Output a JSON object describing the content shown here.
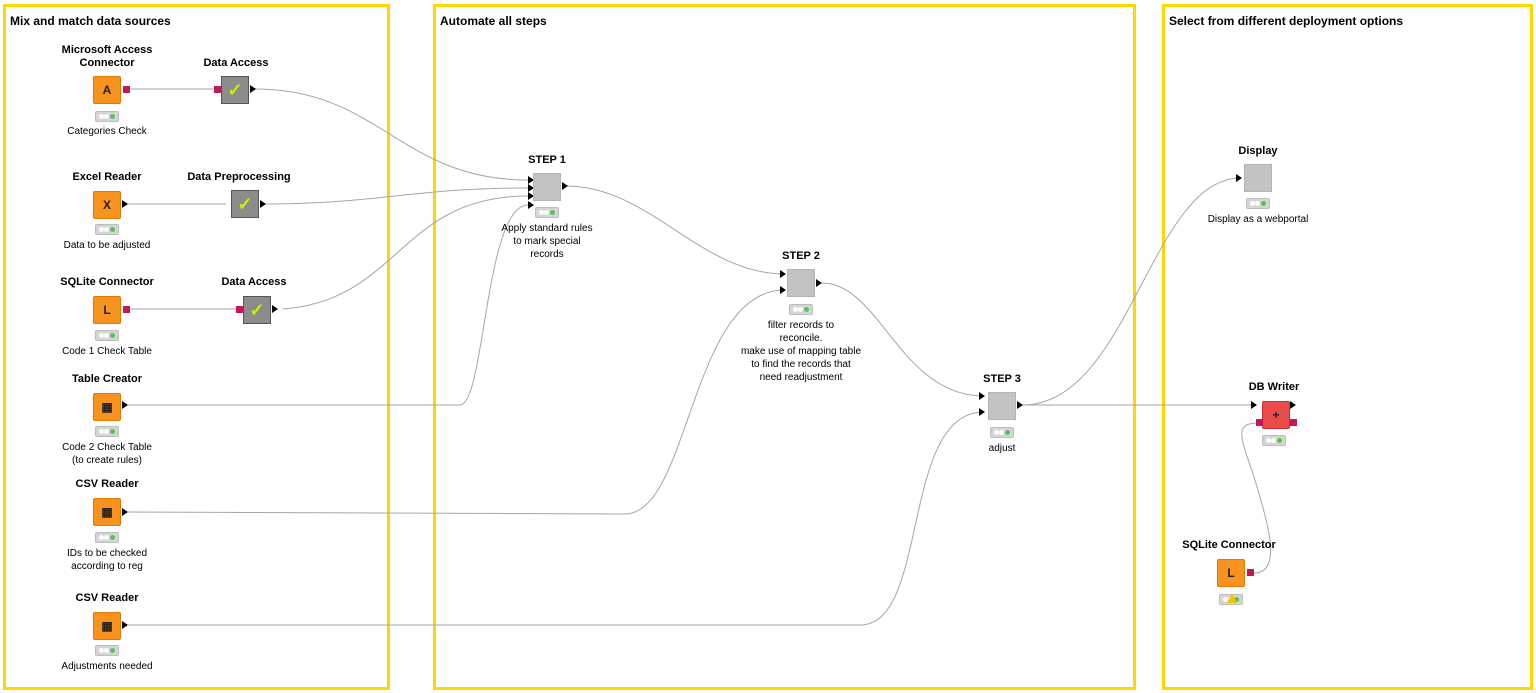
{
  "annotations": [
    {
      "title": "Mix and match data sources"
    },
    {
      "title": "Automate all steps"
    },
    {
      "title": "Select from different deployment options"
    }
  ],
  "nodes": {
    "ms_access": {
      "label": "Microsoft Access\nConnector",
      "desc": "Categories Check",
      "icon": "database-connector-icon"
    },
    "data_access_1": {
      "label": "Data Access",
      "desc": "",
      "icon": "metanode-check-icon"
    },
    "excel_reader": {
      "label": "Excel Reader",
      "desc": "Data to be adjusted",
      "icon": "excel-icon"
    },
    "data_preprocessing": {
      "label": "Data Preprocessing",
      "desc": "",
      "icon": "metanode-check-icon"
    },
    "sqlite_1": {
      "label": "SQLite Connector",
      "desc": "Code 1 Check Table",
      "icon": "database-connector-icon"
    },
    "data_access_2": {
      "label": "Data Access",
      "desc": "",
      "icon": "metanode-check-icon"
    },
    "table_creator": {
      "label": "Table Creator",
      "desc": "Code 2 Check Table\n(to create rules)",
      "icon": "table-icon"
    },
    "csv_reader_1": {
      "label": "CSV Reader",
      "desc": "IDs to be checked\naccording to reg",
      "icon": "csv-icon"
    },
    "csv_reader_2": {
      "label": "CSV Reader",
      "desc": "Adjustments needed",
      "icon": "csv-icon"
    },
    "step1": {
      "label": "STEP 1",
      "desc": "Apply standard rules\nto mark special\nrecords",
      "icon": "component-icon"
    },
    "step2": {
      "label": "STEP 2",
      "desc": "filter records to\nreconcile.\nmake use of mapping table\nto find the records that\nneed readjustment",
      "icon": "component-icon"
    },
    "step3": {
      "label": "STEP 3",
      "desc": "adjust",
      "icon": "component-icon"
    },
    "display": {
      "label": "Display",
      "desc": "Display as a webportal",
      "icon": "component-icon"
    },
    "db_writer": {
      "label": "DB Writer",
      "desc": "",
      "icon": "db-writer-icon"
    },
    "sqlite_2": {
      "label": "SQLite Connector",
      "desc": "",
      "icon": "database-connector-icon"
    }
  },
  "icon_text": {
    "ms_access": "A",
    "sqlite": "L",
    "excel": "X",
    "table": "▦",
    "csv": "▦",
    "db_writer": "+",
    "check": "✓"
  },
  "colors": {
    "annotation_border": "#ffd700",
    "source_node": "#f7931e",
    "component_node": "#c3c3c3",
    "writer_node": "#e94b4b",
    "db_port": "#c2185b",
    "status_ok": "#54c454",
    "warning": "#f5c400"
  }
}
